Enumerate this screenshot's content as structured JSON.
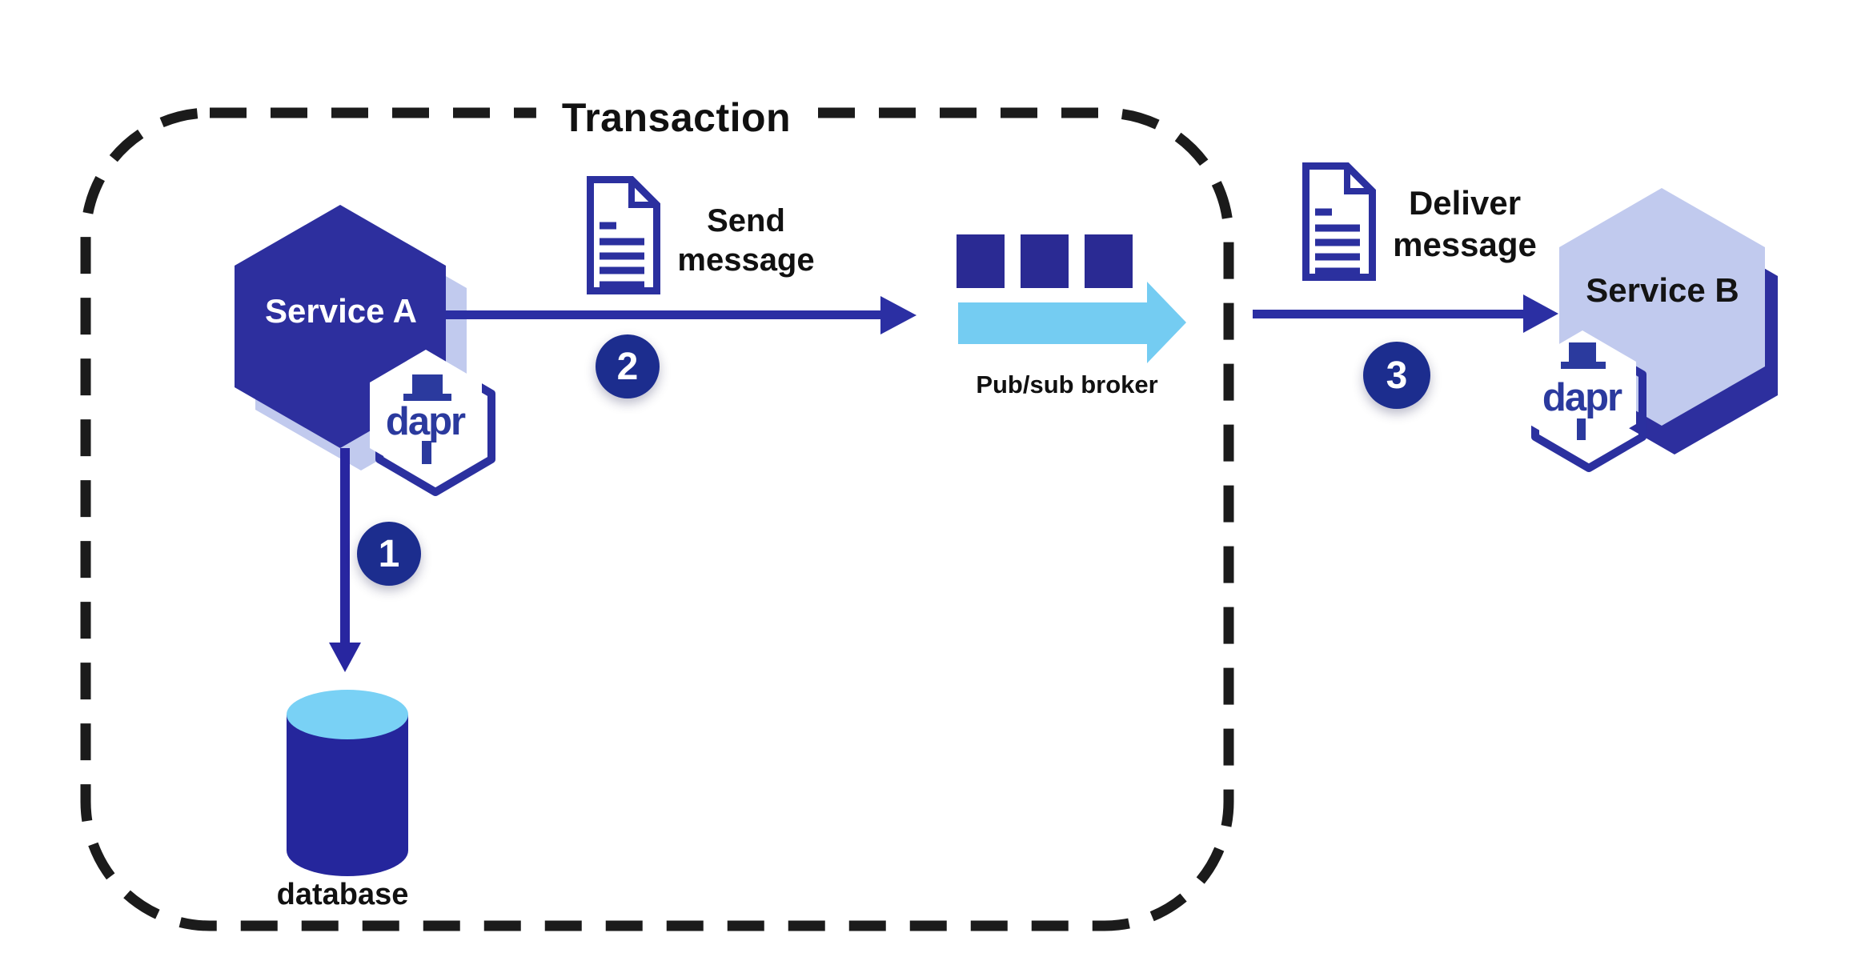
{
  "transaction_box": {
    "label": "Transaction"
  },
  "service_a": {
    "label": "Service A",
    "badge": "dapr"
  },
  "service_b": {
    "label": "Service B",
    "badge": "dapr"
  },
  "flow": {
    "persist": {
      "step": "1"
    },
    "send": {
      "step": "2",
      "line1": "Send",
      "line2": "message"
    },
    "deliver": {
      "step": "3",
      "line1": "Deliver",
      "line2": "message"
    }
  },
  "broker": {
    "label": "Pub/sub broker"
  },
  "database": {
    "label": "database"
  },
  "colors": {
    "indigo": "#2d2f9e",
    "indigo_dark_badge": "#1c2d8e",
    "dapr_blue": "#2b3a9e",
    "sky_blue": "#74ccf2",
    "sky_blue_light": "#79d1f5",
    "lavender": "#c1caee",
    "cylinder_body": "#25269c",
    "dash_black": "#1b1b1b",
    "text_black": "#111111",
    "white": "#ffffff"
  }
}
